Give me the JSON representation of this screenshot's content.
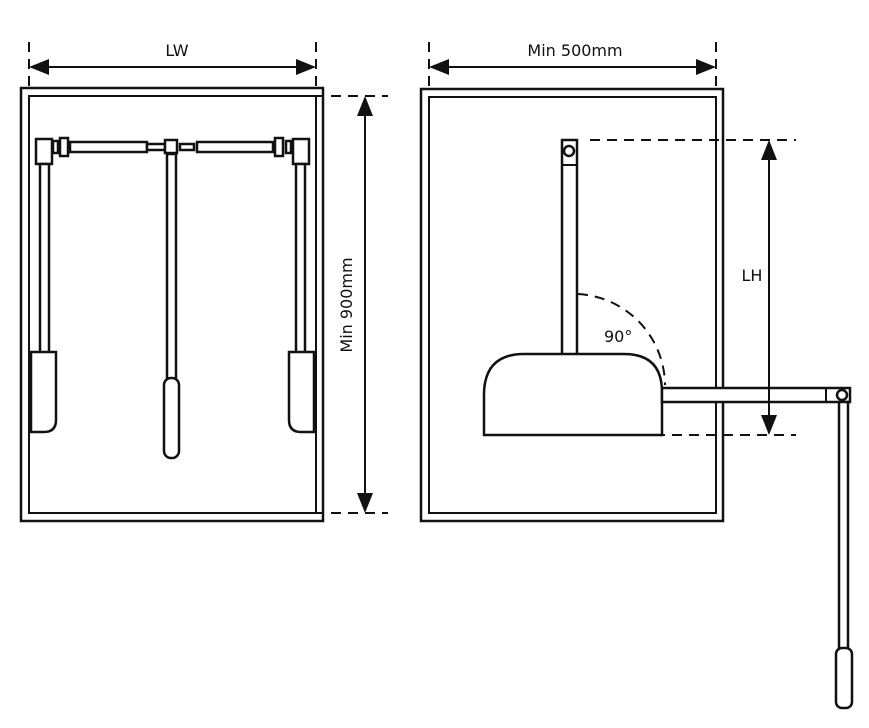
{
  "labels": {
    "lw": "LW",
    "min_height": "Min 900mm",
    "min_width": "Min 500mm",
    "lh": "LH",
    "angle": "90°"
  },
  "colors": {
    "line": "#111111",
    "background": "#ffffff"
  }
}
